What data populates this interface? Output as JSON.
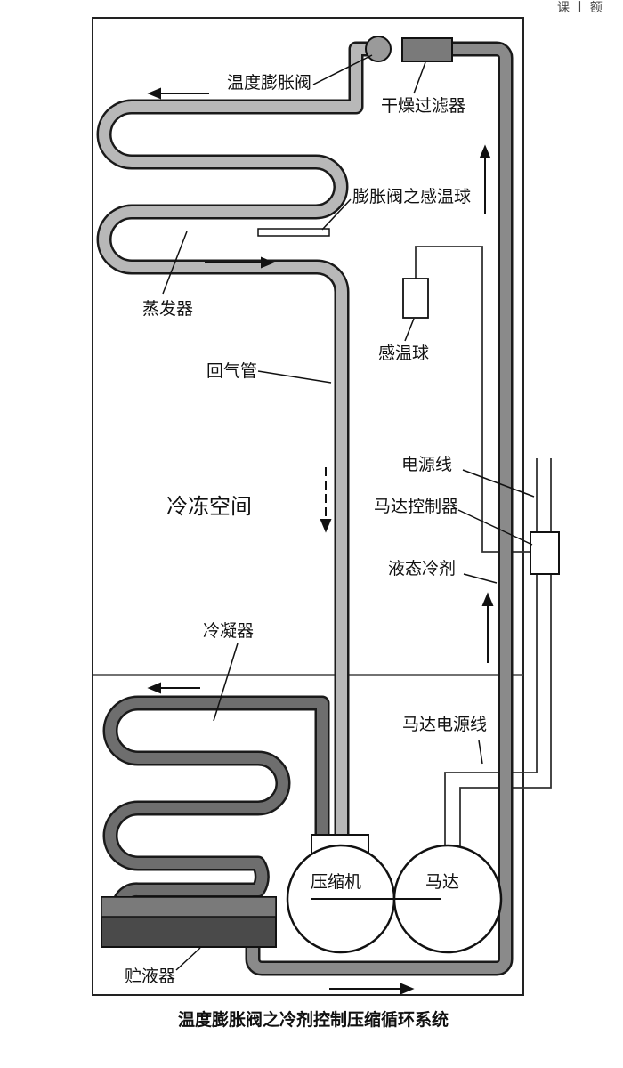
{
  "diagram": {
    "caption": "温度膨胀阀之冷剂控制压缩循环系统",
    "corner_text": "课 丨 额",
    "labels": {
      "expansion_valve": "温度膨胀阀",
      "dryer_filter": "干燥过滤器",
      "valve_sensing_bulb": "膨胀阀之感温球",
      "evaporator": "蒸发器",
      "sensing_bulb": "感温球",
      "return_pipe": "回气管",
      "power_line": "电源线",
      "motor_controller": "马达控制器",
      "freezer_space": "冷冻空间",
      "liquid_refrigerant": "液态冷剂",
      "condenser": "冷凝器",
      "motor_power_line": "马达电源线",
      "compressor": "压缩机",
      "motor": "马达",
      "receiver": "贮液器"
    },
    "colors": {
      "pipe_outline": "#1a1a1a",
      "pipe_fill_light": "#b8b8b8",
      "pipe_fill_dark": "#6e6e6e",
      "receiver_fill": "#4a4a4a",
      "wire": "#333333"
    }
  }
}
